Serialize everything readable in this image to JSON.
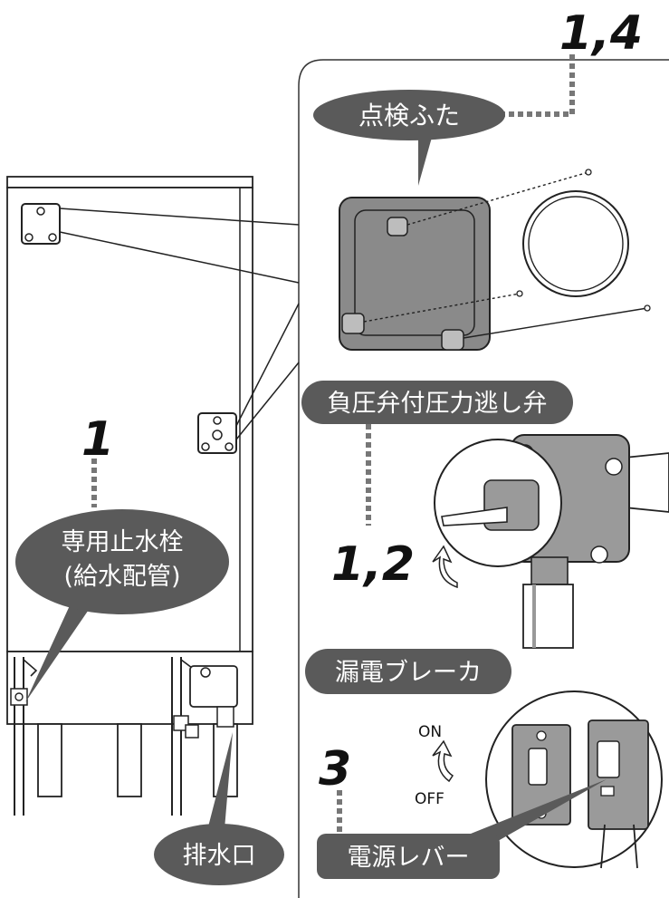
{
  "labels": {
    "inspection_cover": "点検ふた",
    "relief_valve": "負圧弁付圧力逃し弁",
    "stop_valve_line1": "専用止水栓",
    "stop_valve_line2": "(給水配管)",
    "breaker": "漏電ブレーカ",
    "drain": "排水口",
    "power_lever": "電源レバー"
  },
  "steps": {
    "cover": "1,4",
    "valve": "1,2",
    "stop_valve": "1",
    "breaker": "3"
  },
  "switch": {
    "on": "ON",
    "off": "OFF"
  },
  "colors": {
    "callout_fill": "#5a5a5a",
    "cover_fill": "#8a8a8a",
    "valve_body": "#9a9a9a",
    "line": "#222222",
    "dotted": "#777777"
  }
}
